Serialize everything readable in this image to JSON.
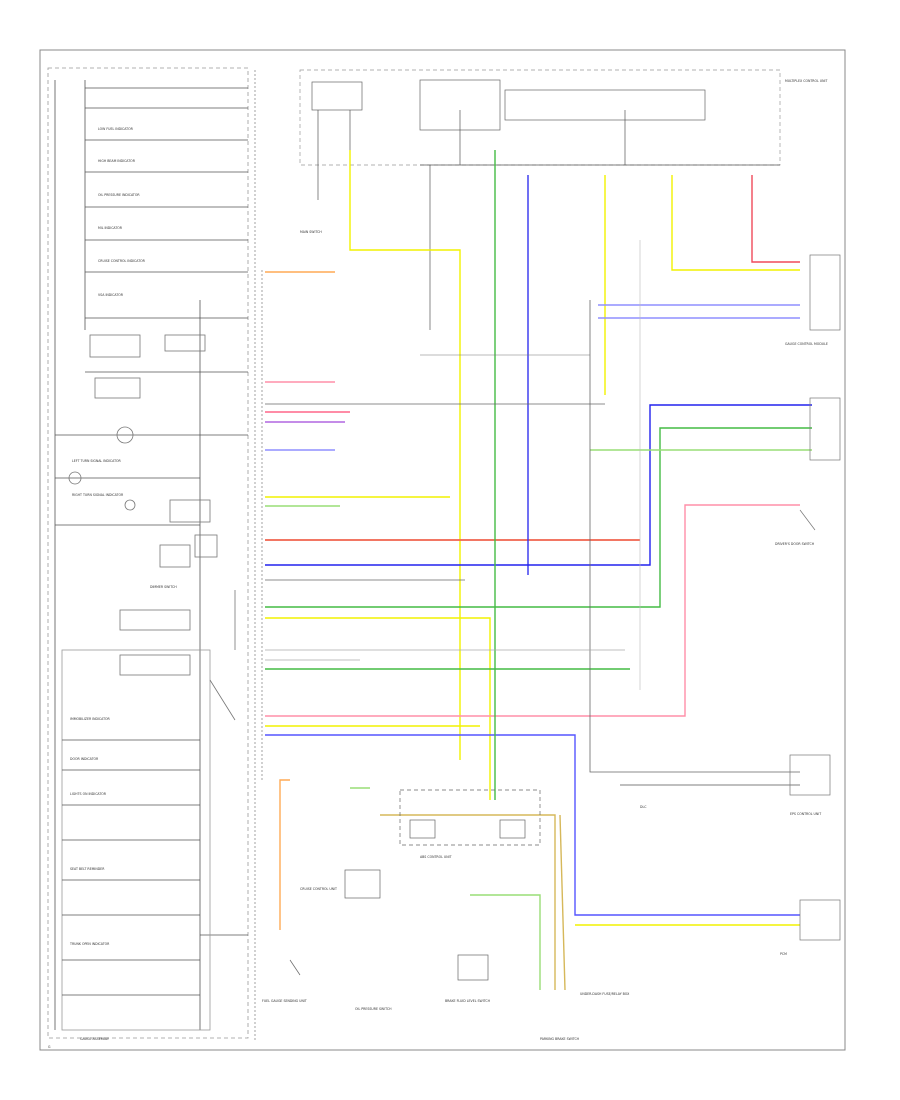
{
  "colors": {
    "frame": "#888888",
    "wire_black": "#555555",
    "wire_gray": "#aaaaaa",
    "wire_yellow": "#f2f200",
    "wire_red": "#f04a5a",
    "wire_pink": "#ff8fa8",
    "wire_blue": "#2222ee",
    "wire_lightblue": "#8f8fff",
    "wire_green": "#44bb44",
    "wire_lightgreen": "#99dd77",
    "wire_orange": "#ffaa55",
    "wire_tan": "#d6b85a",
    "wire_purple": "#b066e0"
  },
  "gauge_assembly": {
    "title": "GAUGE ASSEMBLY",
    "indicators": [
      "LOW FUEL INDICATOR",
      "HIGH BEAM INDICATOR",
      "OIL PRESSURE INDICATOR",
      "MIL INDICATOR",
      "CRUISE CONTROL INDICATOR",
      "VSA INDICATOR",
      "LEFT TURN SIGNAL INDICATOR",
      "RIGHT TURN SIGNAL INDICATOR",
      "DIMMER SWITCH",
      "IMMOBILIZER INDICATOR",
      "DOOR INDICATOR",
      "LIGHTS ON INDICATOR",
      "SEAT BELT REMINDER",
      "TRUNK OPEN INDICATOR"
    ]
  },
  "bottom_labels": [
    "FUEL GAUGE SENDING UNIT",
    "OIL PRESSURE SWITCH",
    "BRAKE FLUID LEVEL SWITCH",
    "PARKING BRAKE SWITCH",
    "UNDER-DASH FUSE/RELAY BOX"
  ],
  "right_labels": [
    "MULTIPLEX CONTROL UNIT",
    "GAUGE CONTROL MODULE",
    "DRIVER'S DOOR SWITCH",
    "DLC",
    "EPS CONTROL UNIT",
    "PCM"
  ],
  "center_labels": [
    "ABS CONTROL UNIT",
    "CRUISE CONTROL UNIT",
    "MAIN SWITCH"
  ],
  "page_marker": "G"
}
